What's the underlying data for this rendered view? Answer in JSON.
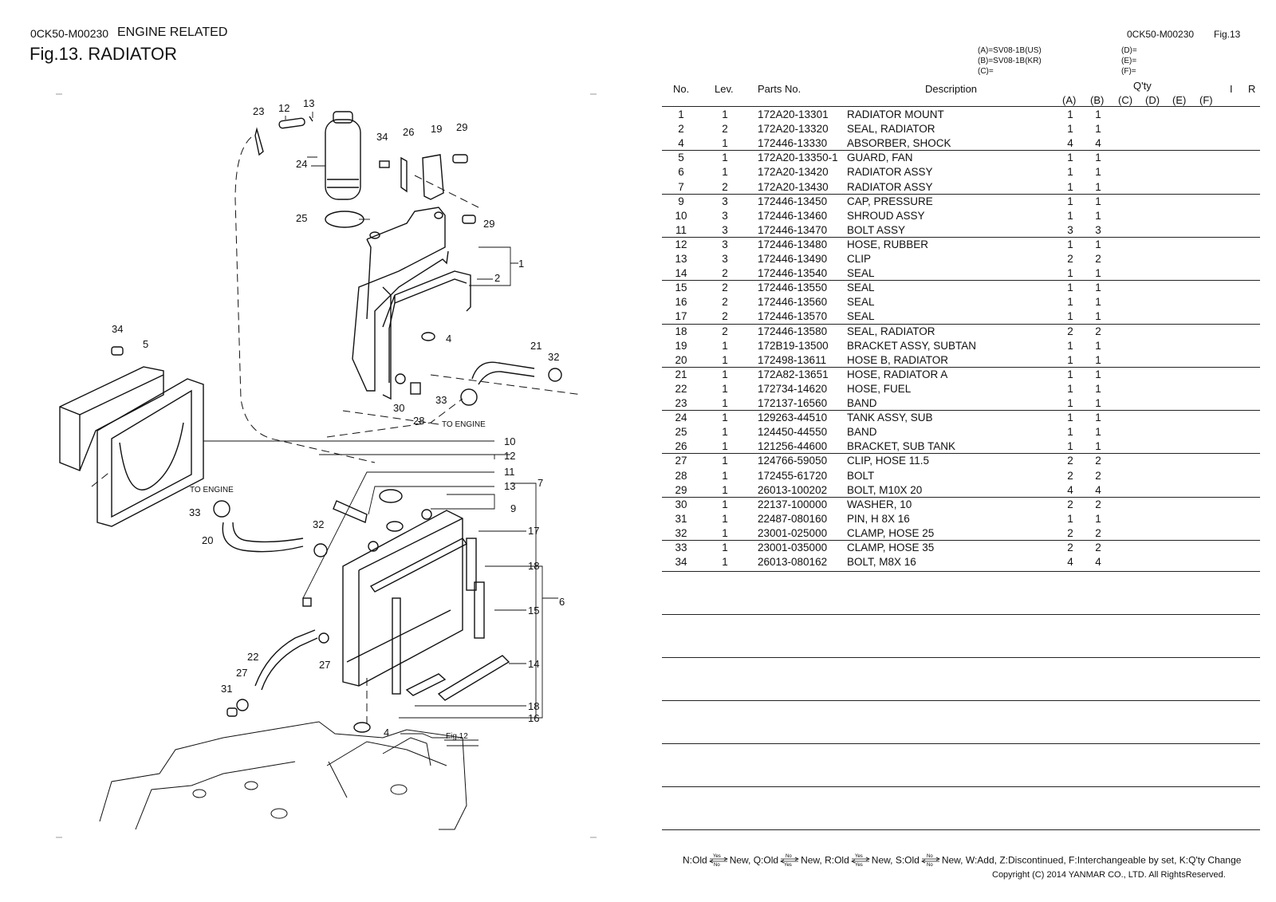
{
  "header": {
    "code": "0CK50-M00230",
    "section": "ENGINE RELATED",
    "title": "Fig.13.  RADIATOR",
    "right_code": "0CK50-M00230",
    "right_fig": "Fig.13"
  },
  "legend": {
    "a": "(A)=SV08-1B(US)",
    "b": "(B)=SV08-1B(KR)",
    "c": "(C)=",
    "d": "(D)=",
    "e": "(E)=",
    "f": "(F)="
  },
  "table": {
    "headers": {
      "no": "No.",
      "lev": "Lev.",
      "parts": "Parts No.",
      "desc": "Description",
      "qty": "Q'ty",
      "i": "I",
      "r": "R",
      "qa": "(A)",
      "qb": "(B)",
      "qc": "(C)",
      "qd": "(D)",
      "qe": "(E)",
      "qf": "(F)"
    },
    "rows": [
      {
        "no": "1",
        "lev": "1",
        "parts": "172A20-13301",
        "desc": "RADIATOR MOUNT",
        "qa": "1",
        "qb": "1"
      },
      {
        "no": "2",
        "lev": "2",
        "parts": "172A20-13320",
        "desc": "SEAL, RADIATOR",
        "qa": "1",
        "qb": "1"
      },
      {
        "no": "4",
        "lev": "1",
        "parts": "172446-13330",
        "desc": "ABSORBER, SHOCK",
        "qa": "4",
        "qb": "4"
      },
      {
        "no": "5",
        "lev": "1",
        "parts": "172A20-13350-1",
        "desc": "GUARD, FAN",
        "qa": "1",
        "qb": "1"
      },
      {
        "no": "6",
        "lev": "1",
        "parts": "172A20-13420",
        "desc": "RADIATOR ASSY",
        "qa": "1",
        "qb": "1"
      },
      {
        "no": "7",
        "lev": "2",
        "parts": "172A20-13430",
        "desc": "RADIATOR ASSY",
        "qa": "1",
        "qb": "1"
      },
      {
        "no": "9",
        "lev": "3",
        "parts": "172446-13450",
        "desc": "CAP, PRESSURE",
        "qa": "1",
        "qb": "1"
      },
      {
        "no": "10",
        "lev": "3",
        "parts": "172446-13460",
        "desc": "SHROUD ASSY",
        "qa": "1",
        "qb": "1"
      },
      {
        "no": "11",
        "lev": "3",
        "parts": "172446-13470",
        "desc": "BOLT ASSY",
        "qa": "3",
        "qb": "3"
      },
      {
        "no": "12",
        "lev": "3",
        "parts": "172446-13480",
        "desc": "HOSE, RUBBER",
        "qa": "1",
        "qb": "1"
      },
      {
        "no": "13",
        "lev": "3",
        "parts": "172446-13490",
        "desc": "CLIP",
        "qa": "2",
        "qb": "2"
      },
      {
        "no": "14",
        "lev": "2",
        "parts": "172446-13540",
        "desc": "SEAL",
        "qa": "1",
        "qb": "1"
      },
      {
        "no": "15",
        "lev": "2",
        "parts": "172446-13550",
        "desc": "SEAL",
        "qa": "1",
        "qb": "1"
      },
      {
        "no": "16",
        "lev": "2",
        "parts": "172446-13560",
        "desc": "SEAL",
        "qa": "1",
        "qb": "1"
      },
      {
        "no": "17",
        "lev": "2",
        "parts": "172446-13570",
        "desc": "SEAL",
        "qa": "1",
        "qb": "1"
      },
      {
        "no": "18",
        "lev": "2",
        "parts": "172446-13580",
        "desc": "SEAL, RADIATOR",
        "qa": "2",
        "qb": "2"
      },
      {
        "no": "19",
        "lev": "1",
        "parts": "172B19-13500",
        "desc": "BRACKET ASSY, SUBTAN",
        "qa": "1",
        "qb": "1"
      },
      {
        "no": "20",
        "lev": "1",
        "parts": "172498-13611",
        "desc": "HOSE B, RADIATOR",
        "qa": "1",
        "qb": "1"
      },
      {
        "no": "21",
        "lev": "1",
        "parts": "172A82-13651",
        "desc": "HOSE, RADIATOR A",
        "qa": "1",
        "qb": "1"
      },
      {
        "no": "22",
        "lev": "1",
        "parts": "172734-14620",
        "desc": "HOSE, FUEL",
        "qa": "1",
        "qb": "1"
      },
      {
        "no": "23",
        "lev": "1",
        "parts": "172137-16560",
        "desc": "BAND",
        "qa": "1",
        "qb": "1"
      },
      {
        "no": "24",
        "lev": "1",
        "parts": "129263-44510",
        "desc": "TANK ASSY, SUB",
        "qa": "1",
        "qb": "1"
      },
      {
        "no": "25",
        "lev": "1",
        "parts": "124450-44550",
        "desc": "BAND",
        "qa": "1",
        "qb": "1"
      },
      {
        "no": "26",
        "lev": "1",
        "parts": "121256-44600",
        "desc": "BRACKET, SUB TANK",
        "qa": "1",
        "qb": "1"
      },
      {
        "no": "27",
        "lev": "1",
        "parts": "124766-59050",
        "desc": "CLIP, HOSE 11.5",
        "qa": "2",
        "qb": "2"
      },
      {
        "no": "28",
        "lev": "1",
        "parts": "172455-61720",
        "desc": "BOLT",
        "qa": "2",
        "qb": "2"
      },
      {
        "no": "29",
        "lev": "1",
        "parts": "26013-100202",
        "desc": "BOLT, M10X 20",
        "qa": "4",
        "qb": "4"
      },
      {
        "no": "30",
        "lev": "1",
        "parts": "22137-100000",
        "desc": "WASHER, 10",
        "qa": "2",
        "qb": "2"
      },
      {
        "no": "31",
        "lev": "1",
        "parts": "22487-080160",
        "desc": "PIN, H 8X 16",
        "qa": "1",
        "qb": "1"
      },
      {
        "no": "32",
        "lev": "1",
        "parts": "23001-025000",
        "desc": "CLAMP, HOSE  25",
        "qa": "2",
        "qb": "2"
      },
      {
        "no": "33",
        "lev": "1",
        "parts": "23001-035000",
        "desc": "CLAMP, HOSE  35",
        "qa": "2",
        "qb": "2"
      },
      {
        "no": "34",
        "lev": "1",
        "parts": "26013-080162",
        "desc": "BOLT, M8X 16",
        "qa": "4",
        "qb": "4"
      }
    ]
  },
  "diagram_labels": {
    "to_engine_1": "TO ENGINE",
    "to_engine_2": "TO ENGINE",
    "fig12": "Fig.12",
    "callouts": [
      "1",
      "2",
      "4",
      "4",
      "5",
      "6",
      "7",
      "9",
      "10",
      "11",
      "12",
      "12",
      "13",
      "13",
      "14",
      "15",
      "16",
      "17",
      "18",
      "18",
      "19",
      "20",
      "21",
      "22",
      "23",
      "24",
      "25",
      "26",
      "27",
      "27",
      "28",
      "29",
      "29",
      "30",
      "31",
      "32",
      "32",
      "33",
      "33",
      "34",
      "34"
    ]
  },
  "footer": {
    "n_old": "N:Old",
    "n_new": "New,",
    "q_old": "Q:Old",
    "q_new": "New,",
    "r_old": "R:Old",
    "r_new": "New,",
    "s_old": "S:Old",
    "s_new": "New,",
    "rest": "W:Add, Z:Discontinued, F:Interchangeable by set, K:Q'ty Change",
    "yes": "Yes",
    "no": "No",
    "copyright": "Copyright (C) 2014 YANMAR CO., LTD. All RightsReserved."
  }
}
